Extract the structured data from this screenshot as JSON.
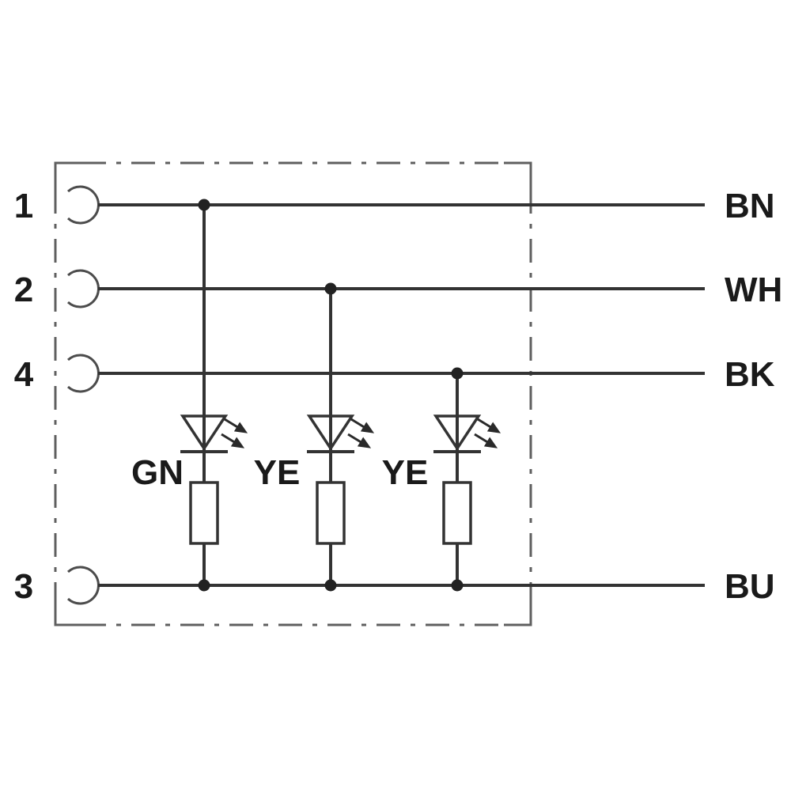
{
  "pins": [
    {
      "number": "1",
      "wire_color": "BN"
    },
    {
      "number": "2",
      "wire_color": "WH"
    },
    {
      "number": "4",
      "wire_color": "BK"
    },
    {
      "number": "3",
      "wire_color": "BU"
    }
  ],
  "leds": [
    {
      "label": "GN",
      "connected_between": "pin 1 and pin 3",
      "in_series_with": "resistor"
    },
    {
      "label": "YE",
      "connected_between": "pin 2 and pin 3",
      "in_series_with": "resistor"
    },
    {
      "label": "YE",
      "connected_between": "pin 4 and pin 3",
      "in_series_with": "resistor"
    }
  ],
  "colors": {
    "wire": "#333333",
    "text": "#1a1a1a",
    "boundary": "#5f5f5f",
    "background": "#ffffff"
  }
}
